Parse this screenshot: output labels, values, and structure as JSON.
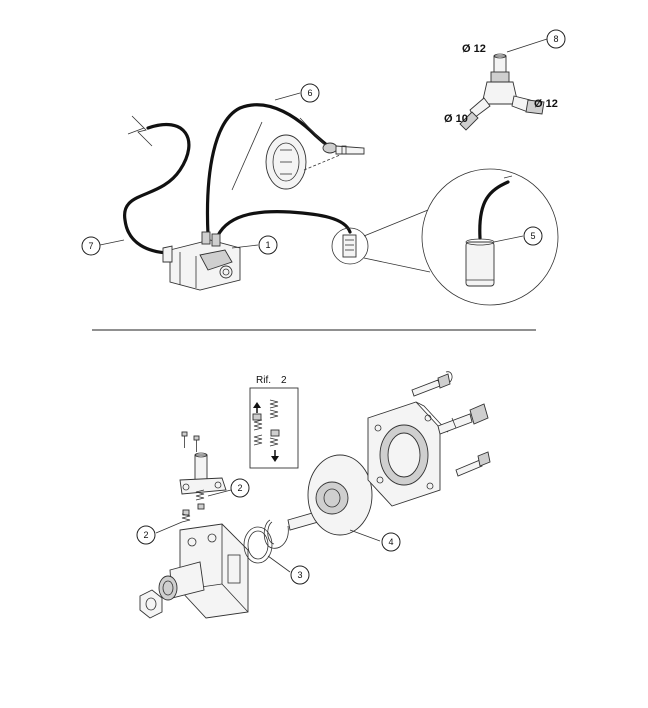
{
  "diagram": {
    "callouts": [
      {
        "id": "c1",
        "label": "1"
      },
      {
        "id": "c2a",
        "label": "2"
      },
      {
        "id": "c2b",
        "label": "2"
      },
      {
        "id": "c3",
        "label": "3"
      },
      {
        "id": "c4",
        "label": "4"
      },
      {
        "id": "c5",
        "label": "5"
      },
      {
        "id": "c6",
        "label": "6"
      },
      {
        "id": "c7",
        "label": "7"
      },
      {
        "id": "c8",
        "label": "8"
      }
    ],
    "dimensions": {
      "top_port": "Ø 12",
      "side_port": "Ø 12",
      "bottom_port": "Ø 10"
    },
    "reference": {
      "label": "Rif.",
      "number": "2"
    }
  }
}
